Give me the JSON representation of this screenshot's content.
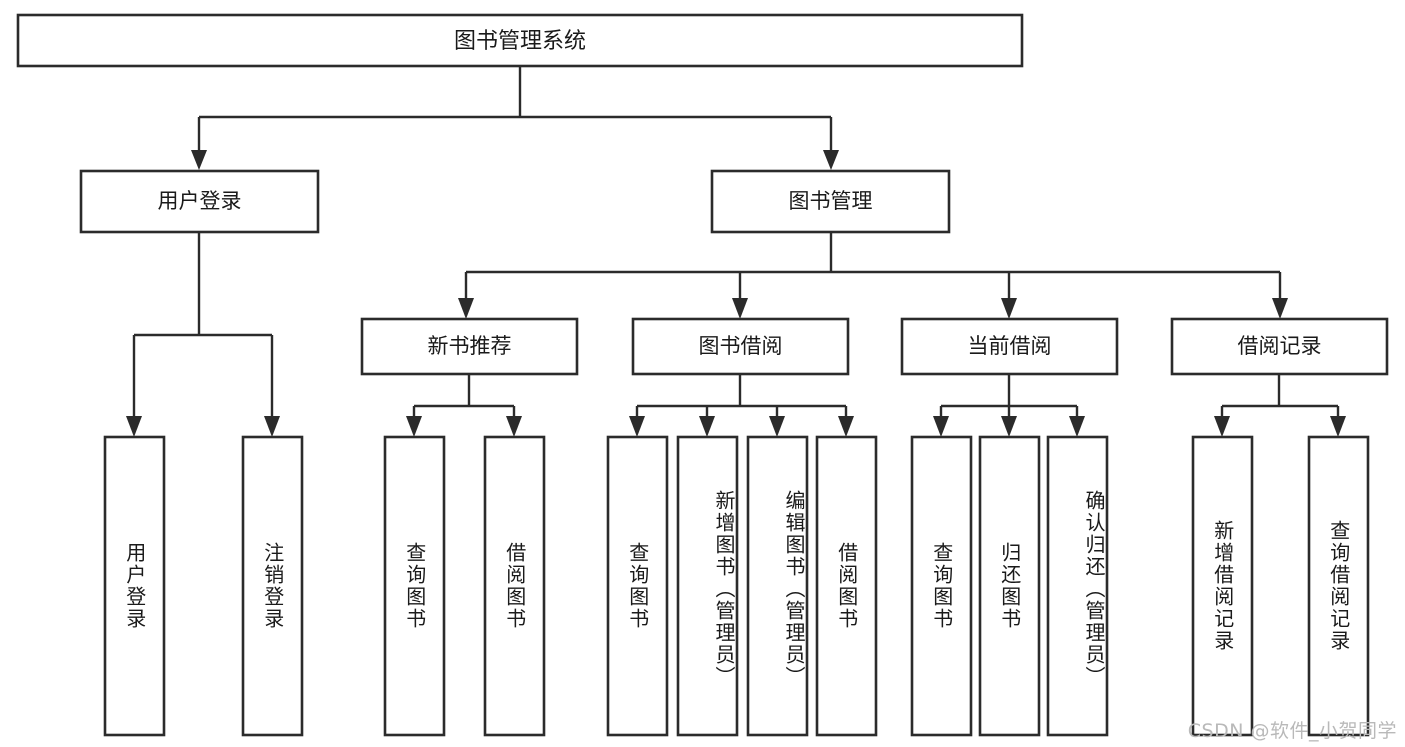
{
  "diagram": {
    "type": "tree",
    "title": "图书管理系统",
    "watermark": "CSDN @软件_小贺同学",
    "colors": {
      "box_stroke": "#2b2b2b",
      "box_fill": "#ffffff",
      "connector": "#2b2b2b",
      "text": "#1a1a1a",
      "watermark": "#b9b9b9",
      "background": "#ffffff"
    },
    "root": {
      "label": "图书管理系统"
    },
    "level2": [
      {
        "label": "用户登录"
      },
      {
        "label": "图书管理"
      }
    ],
    "level3": [
      {
        "label": "新书推荐"
      },
      {
        "label": "图书借阅"
      },
      {
        "label": "当前借阅"
      },
      {
        "label": "借阅记录"
      }
    ],
    "leaves": {
      "user_login": [
        {
          "label": "用户登录"
        },
        {
          "label": "注销登录"
        }
      ],
      "new_book_recommend": [
        {
          "label": "查询图书"
        },
        {
          "label": "借阅图书"
        }
      ],
      "book_borrow": [
        {
          "label": "查询图书"
        },
        {
          "label": "新增图书（管理员）"
        },
        {
          "label": "编辑图书（管理员）"
        },
        {
          "label": "借阅图书"
        }
      ],
      "current_borrow": [
        {
          "label": "查询图书"
        },
        {
          "label": "归还图书"
        },
        {
          "label": "确认归还（管理员）"
        }
      ],
      "borrow_record": [
        {
          "label": "新增借阅记录"
        },
        {
          "label": "查询借阅记录"
        }
      ]
    }
  }
}
